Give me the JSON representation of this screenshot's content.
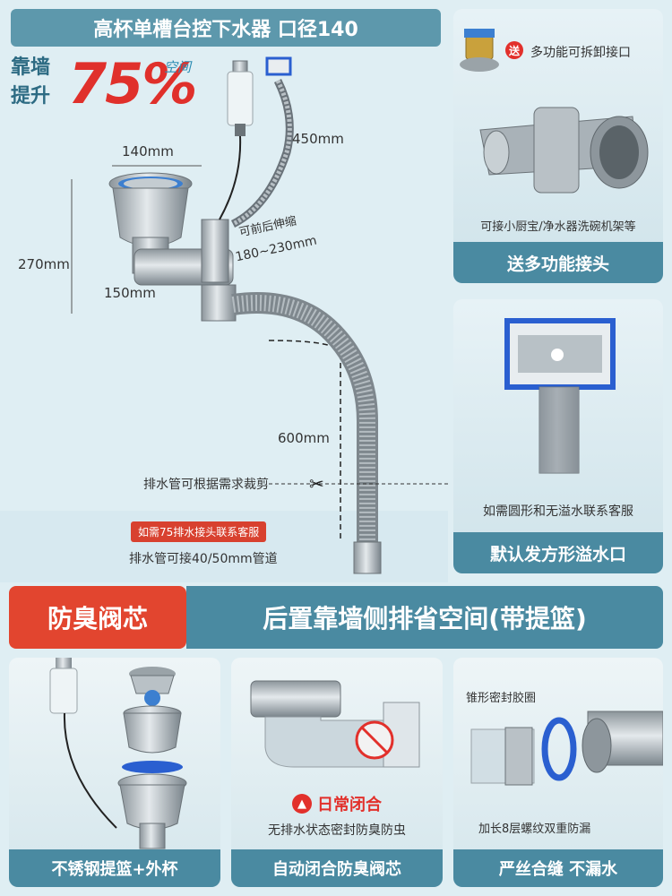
{
  "header": {
    "title": "高杯单槽台控下水器  口径140"
  },
  "promo": {
    "label": "靠墙提升",
    "value": "75%",
    "suffix": "空间"
  },
  "dimensions": {
    "width_top": "140mm",
    "height": "270mm",
    "width_bottom": "150mm",
    "hose": "450mm",
    "telescopic": "可前后伸缩",
    "telescopic_range": "180~230mm",
    "drain": "600mm"
  },
  "notes": {
    "cut": "排水管可根据需求裁剪",
    "contact": "如需75排水接头联系客服",
    "pipe": "排水管可接40/50mm管道"
  },
  "panels": {
    "connector": {
      "badge": "送",
      "caption": "多功能可拆卸接口",
      "text": "可接小厨宝/净水器洗碗机架等",
      "footer": "送多功能接头"
    },
    "overflow": {
      "text": "如需圆形和无溢水联系客服",
      "footer": "默认发方形溢水口"
    }
  },
  "banner": {
    "left": "防臭阀芯",
    "right": "后置靠墙侧排省空间(带提篮)"
  },
  "bottom": {
    "basket": {
      "footer": "不锈钢提篮+外杯"
    },
    "valve": {
      "status": "日常闭合",
      "text": "无排水状态密封防臭防虫",
      "footer": "自动闭合防臭阀芯"
    },
    "seal": {
      "label_top": "锥形密封胶圈",
      "label_bottom": "加长8层螺纹双重防漏",
      "footer": "严丝合缝 不漏水"
    }
  },
  "colors": {
    "accent": "#4a8aa1",
    "red": "#e2452f",
    "seal_blue": "#2a5fd0"
  }
}
